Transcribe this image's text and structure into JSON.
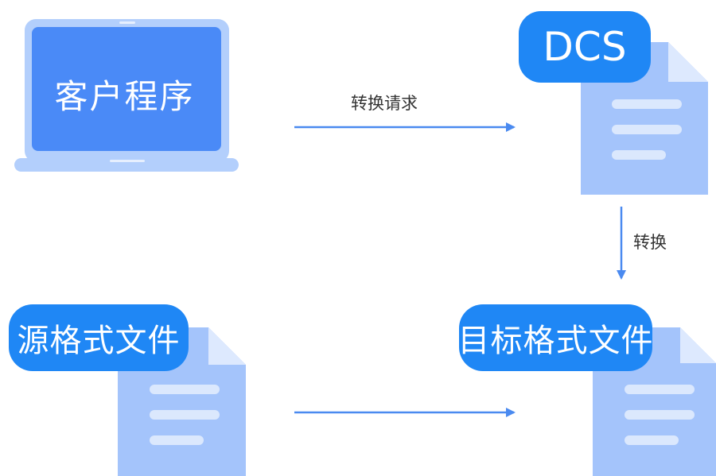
{
  "nodes": {
    "client": {
      "label": "客户程序"
    },
    "dcs": {
      "label": "DCS"
    },
    "source_file": {
      "label": "源格式文件"
    },
    "target_file": {
      "label": "目标格式文件"
    }
  },
  "edges": {
    "request": {
      "label": "转换请求"
    },
    "convert": {
      "label": "转换"
    },
    "output": {
      "label": ""
    }
  },
  "colors": {
    "badge": "#1f87f5",
    "doc": "#a4c4fb",
    "doc_fold": "#dde9fe",
    "doc_line": "#dbe8fd",
    "laptop_outer": "#b3cffc",
    "laptop_screen": "#4a8af7",
    "arrow": "#4a8af0",
    "edge_text": "#333333"
  }
}
